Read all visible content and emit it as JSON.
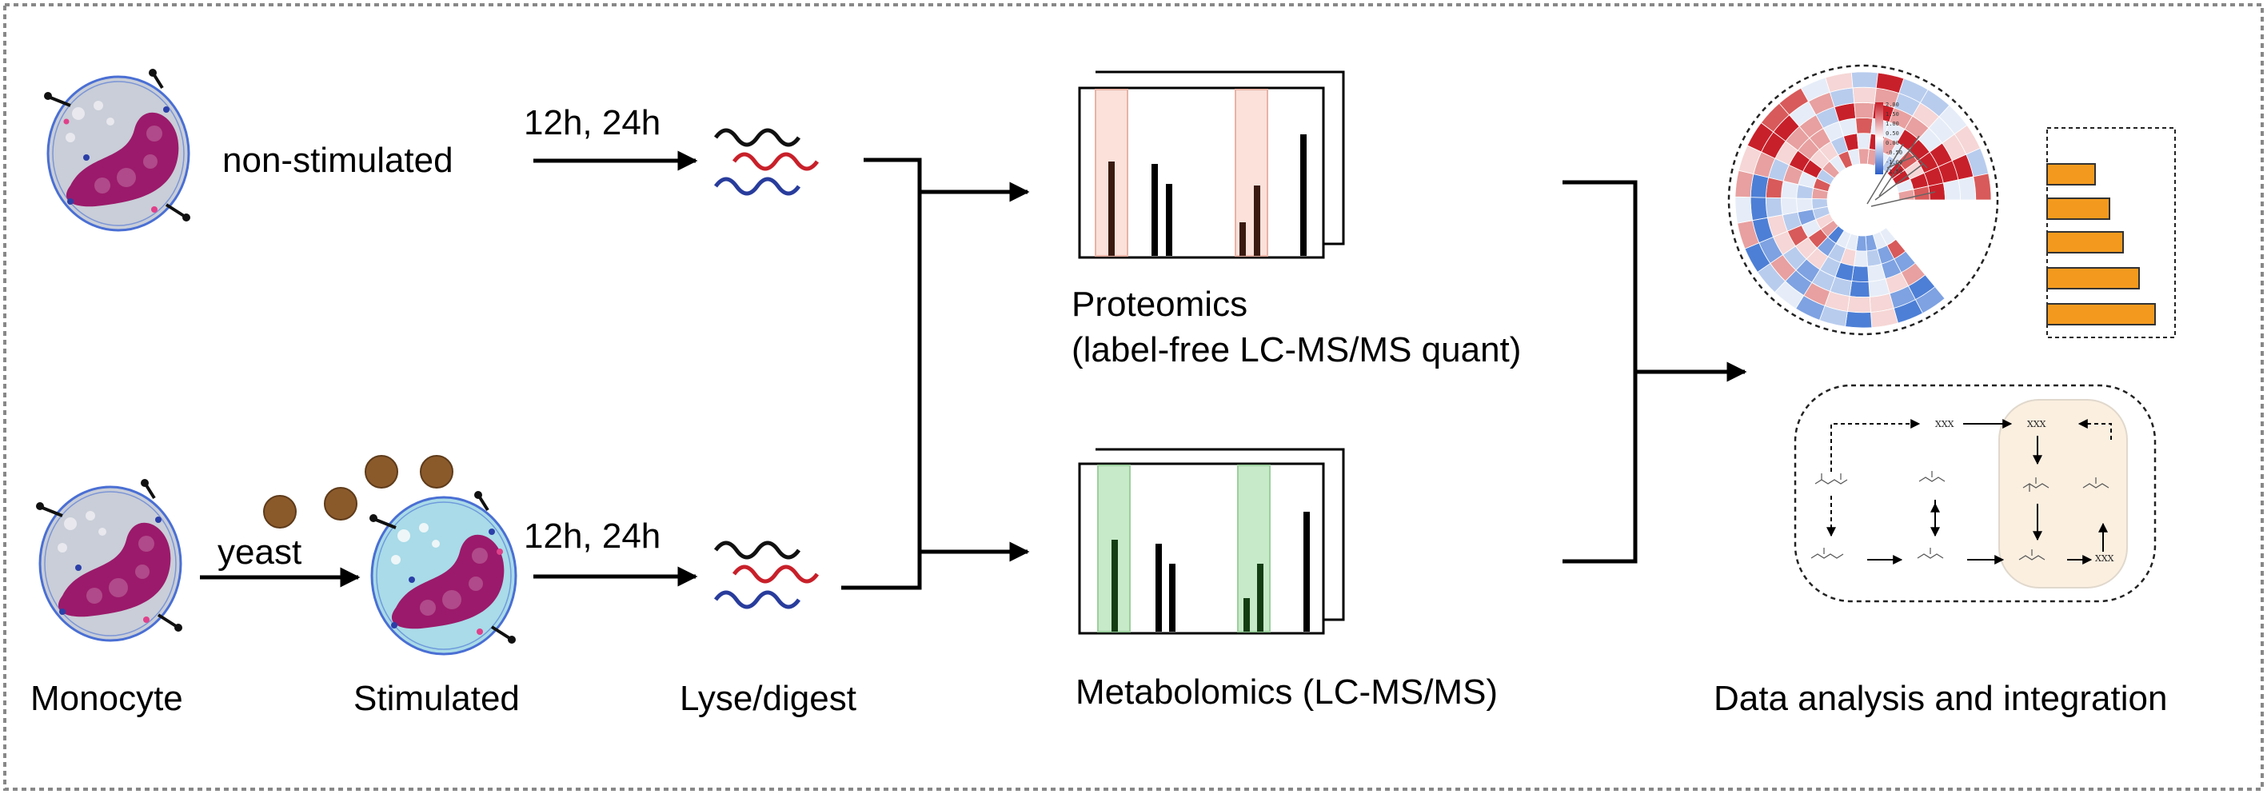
{
  "labels": {
    "non_stimulated": "non-stimulated",
    "time_top": "12h, 24h",
    "time_bottom": "12h, 24h",
    "yeast": "yeast",
    "monocyte": "Monocyte",
    "stimulated": "Stimulated",
    "lyse_digest": "Lyse/digest",
    "proteomics_line1": "Proteomics",
    "proteomics_line2": "(label-free LC-MS/MS quant)",
    "metabolomics": "Metabolomics (LC-MS/MS)",
    "data_analysis": "Data analysis and integration",
    "pathway_xxx_1": "XXX",
    "pathway_xxx_2": "XXX",
    "pathway_xxx_3": "XXX"
  },
  "colors": {
    "cell_membrane": "#4a6fd4",
    "cell_cytoplasm": "#c9ced8",
    "cell_cytoplasm_stimulated": "#a9dbe8",
    "nucleus": "#9b1a6b",
    "yeast": "#8b5a2b",
    "wave_black": "#111111",
    "wave_red": "#c8202a",
    "wave_blue": "#283c9c",
    "proteomics_highlight": "#fbe1da",
    "metabolomics_highlight": "#c7eac8",
    "bar_orange": "#f39a1e",
    "pathway_highlight": "#fbefe0"
  },
  "icons": [
    "monocyte-cell-icon",
    "stimulated-cell-icon",
    "yeast-particle-icon",
    "peptide-wave-icon",
    "spectrum-icon",
    "circular-heatmap-icon",
    "bar-chart-icon",
    "pathway-network-icon"
  ]
}
